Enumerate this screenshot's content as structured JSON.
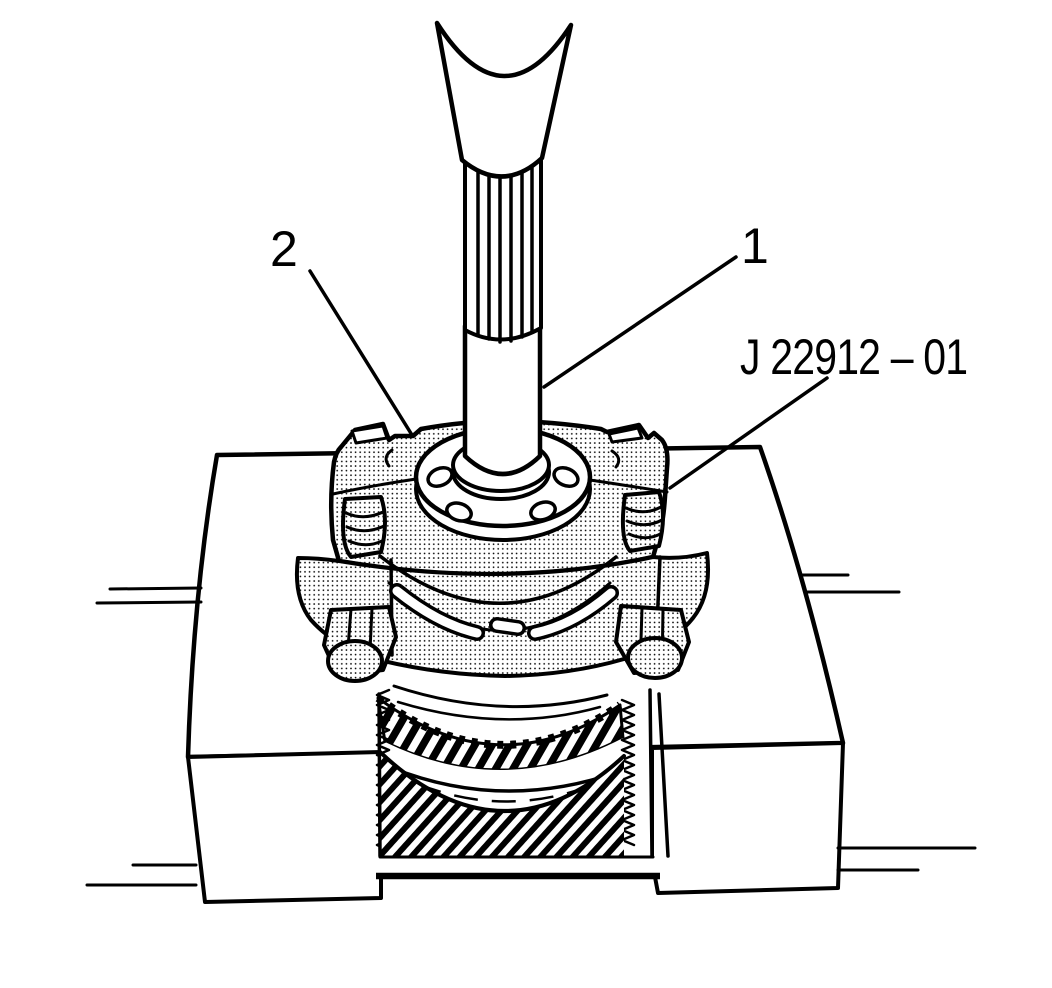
{
  "figure": {
    "kind": "service-manual line illustration",
    "colors": {
      "background": "#ffffff",
      "line": "#000000"
    },
    "callouts": [
      {
        "label": "2"
      },
      {
        "label": "1"
      },
      {
        "label": "J 22912 – 01"
      }
    ]
  }
}
